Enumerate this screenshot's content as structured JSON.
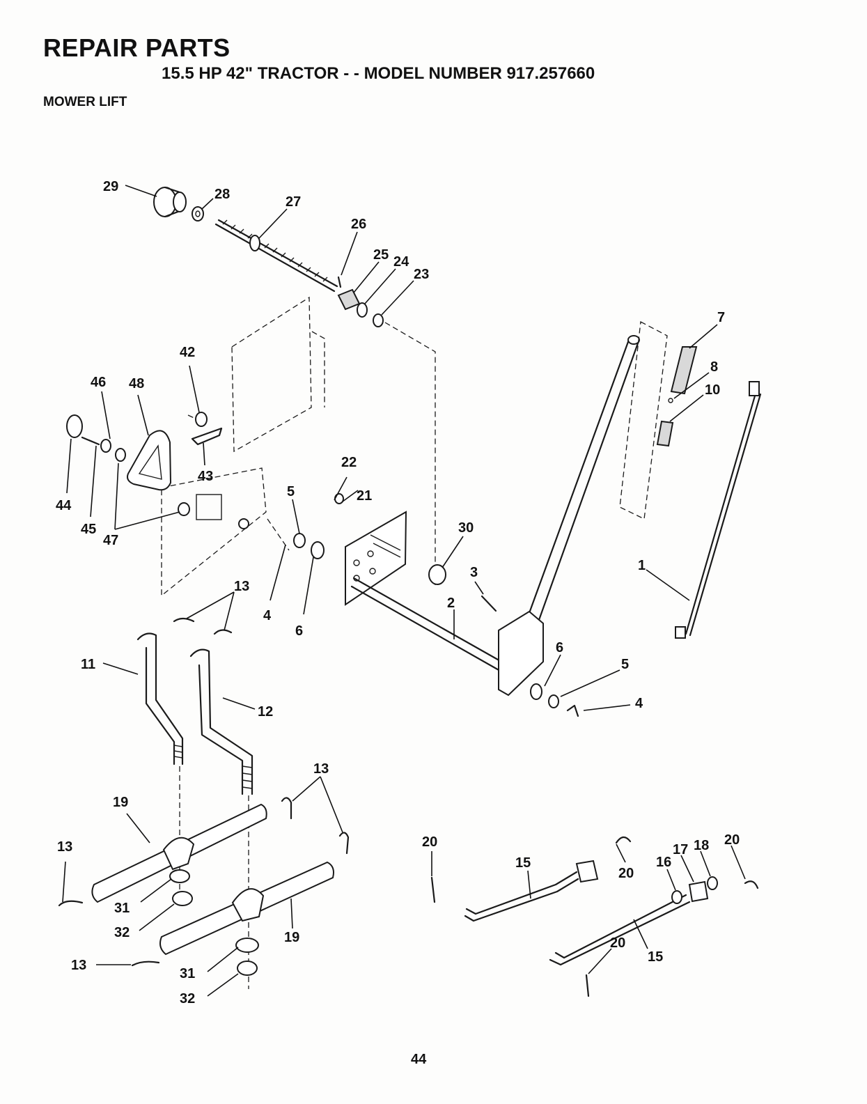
{
  "header": {
    "title": "REPAIR PARTS",
    "subtitle": "15.5 HP 42\" TRACTOR - - MODEL NUMBER 917.257660",
    "section": "MOWER LIFT"
  },
  "footer": {
    "page_number": "44"
  },
  "callouts": {
    "c29": "29",
    "c28": "28",
    "c27": "27",
    "c26": "26",
    "c25": "25",
    "c24": "24",
    "c23": "23",
    "c7": "7",
    "c8": "8",
    "c10": "10",
    "c42": "42",
    "c46": "46",
    "c48": "48",
    "c43": "43",
    "c44": "44",
    "c45": "45",
    "c47": "47",
    "c22": "22",
    "c21": "21",
    "c5a": "5",
    "c30": "30",
    "c3": "3",
    "c1": "1",
    "c13a": "13",
    "c4a": "4",
    "c6a": "6",
    "c2": "2",
    "c6b": "6",
    "c5b": "5",
    "c4b": "4",
    "c11": "11",
    "c12": "12",
    "c13b": "13",
    "c19a": "19",
    "c13c": "13",
    "c31a": "31",
    "c32a": "32",
    "c19b": "19",
    "c13d": "13",
    "c31b": "31",
    "c32b": "32",
    "c20a": "20",
    "c15a": "15",
    "c20b": "20",
    "c16": "16",
    "c17": "17",
    "c18": "18",
    "c20c": "20",
    "c20d": "20",
    "c15b": "15"
  }
}
